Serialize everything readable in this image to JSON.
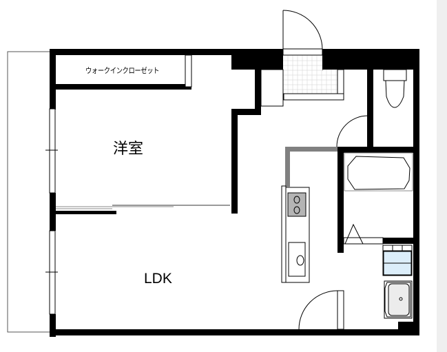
{
  "floor_plan": {
    "rooms": [
      {
        "id": "walk_in_closet",
        "label": "ウォークインクローゼット"
      },
      {
        "id": "western_room",
        "label": "洋室"
      },
      {
        "id": "ldk",
        "label": "LDK"
      }
    ],
    "fixtures": [
      {
        "id": "entrance",
        "name": "entrance-genkan"
      },
      {
        "id": "toilet",
        "name": "toilet"
      },
      {
        "id": "bathtub",
        "name": "bathtub"
      },
      {
        "id": "kitchen_stove",
        "name": "two-burner-stove"
      },
      {
        "id": "kitchen_sink",
        "name": "kitchen-sink"
      },
      {
        "id": "washing_machine",
        "name": "washing-machine-pan"
      },
      {
        "id": "washbasin",
        "name": "washbasin"
      },
      {
        "id": "balcony",
        "name": "balcony"
      }
    ],
    "colors": {
      "wall": "#000000",
      "partition": "#808080",
      "stove_top": "#b4b4b4",
      "washer": "#dceefa",
      "basin": "#ececec",
      "side_strip": "#efefef"
    }
  }
}
